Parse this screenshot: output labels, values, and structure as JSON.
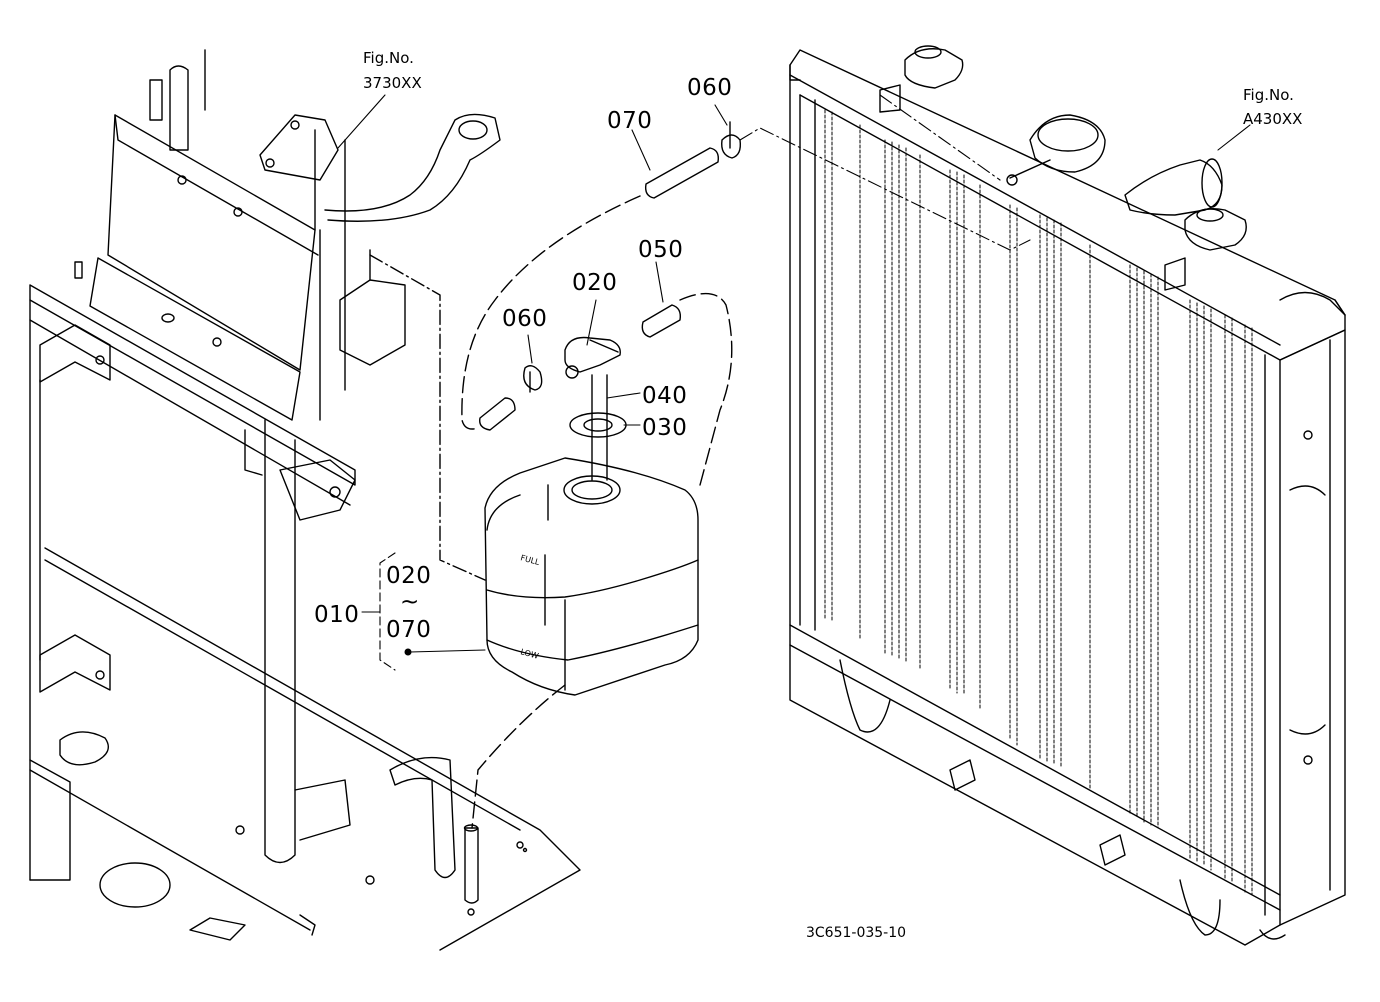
{
  "labels": {
    "fig_3730_line1": "Fig.No.",
    "fig_3730_line2": "3730XX",
    "fig_a430_line1": "Fig.No.",
    "fig_a430_line2": "A430XX",
    "p070_top": "070",
    "p060_top": "060",
    "p050": "050",
    "p020": "020",
    "p060_left": "060",
    "p040": "040",
    "p030": "030",
    "p010": "010",
    "range_start": "020",
    "range_tilde": "~",
    "range_end": "070",
    "tank_full": "FULL",
    "tank_low": "LOW",
    "drawing_code": "3C651-035-10"
  },
  "colors": {
    "line": "#000000",
    "background": "#ffffff"
  }
}
